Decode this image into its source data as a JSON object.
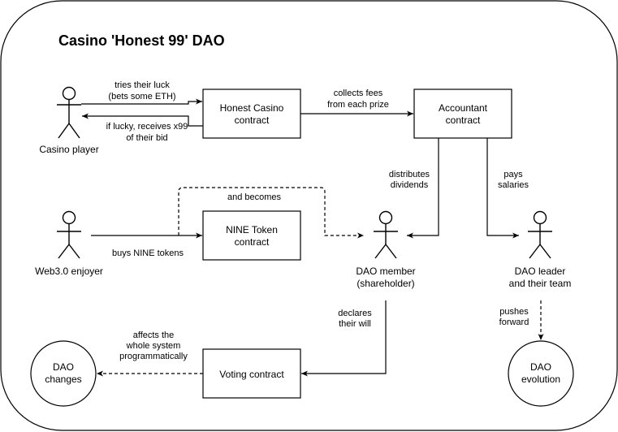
{
  "title": "Casino 'Honest 99' DAO",
  "actors": {
    "casino_player": "Casino player",
    "web3_enjoyer": "Web3.0 enjoyer",
    "dao_member_line1": "DAO member",
    "dao_member_line2": "(shareholder)",
    "dao_leader_line1": "DAO leader",
    "dao_leader_line2": "and their team"
  },
  "boxes": {
    "honest_casino_line1": "Honest Casino",
    "honest_casino_line2": "contract",
    "accountant_line1": "Accountant",
    "accountant_line2": "contract",
    "nine_token_line1": "NINE Token",
    "nine_token_line2": "contract",
    "voting": "Voting contract"
  },
  "circles": {
    "dao_changes_line1": "DAO",
    "dao_changes_line2": "changes",
    "dao_evolution_line1": "DAO",
    "dao_evolution_line2": "evolution"
  },
  "edges": {
    "tries_luck_line1": "tries their luck",
    "tries_luck_line2": "(bets some ETH)",
    "receives_line1": "if lucky, receives x99",
    "receives_line2": "of their bid",
    "collects_fees_line1": "collects fees",
    "collects_fees_line2": "from each prize",
    "distributes_line1": "distributes",
    "distributes_line2": "dividends",
    "pays_line1": "pays",
    "pays_line2": "salaries",
    "and_becomes": "and becomes",
    "buys_tokens": "buys NINE tokens",
    "declares_line1": "declares",
    "declares_line2": "their will",
    "pushes_line1": "pushes",
    "pushes_line2": "forward",
    "affects_line1": "affects the",
    "affects_line2": "whole system",
    "affects_line3": "programmatically"
  }
}
